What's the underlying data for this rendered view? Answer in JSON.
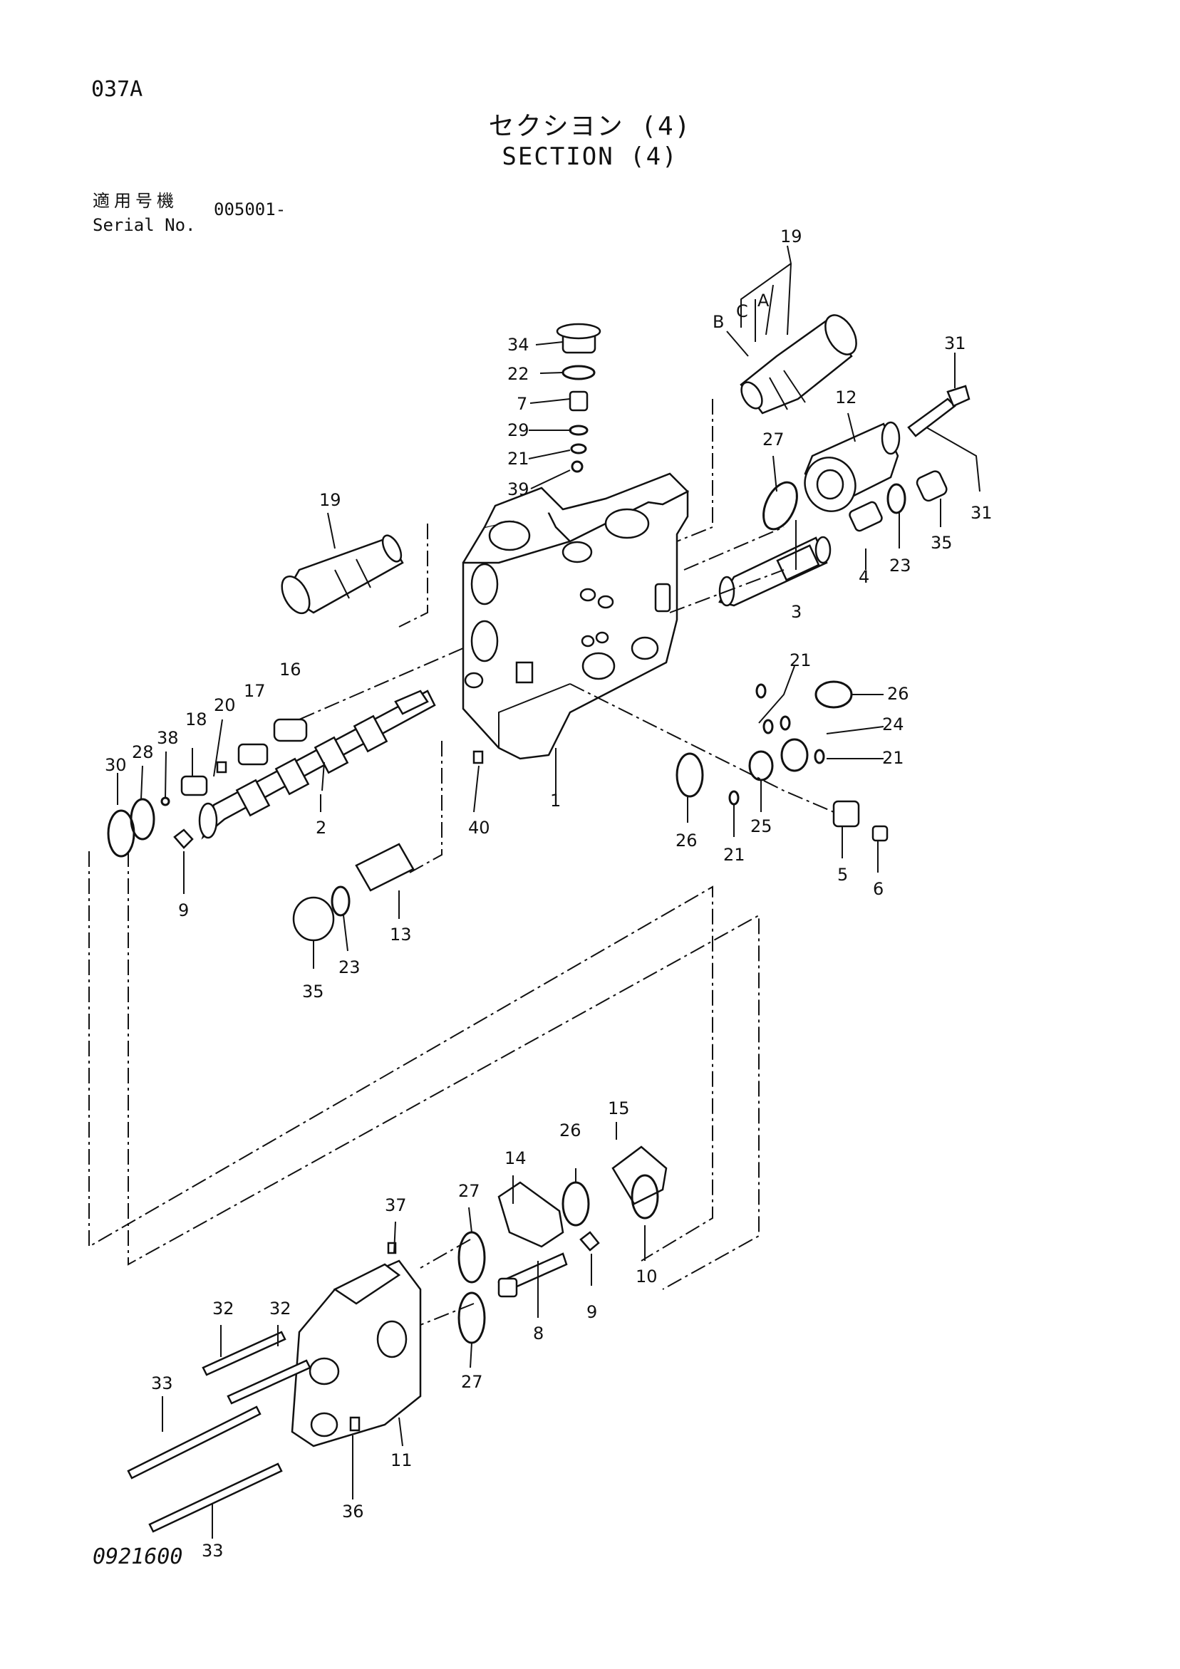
{
  "header": {
    "page_code": "037A",
    "title_jp": "セクシヨン (4)",
    "title_en": "SECTION (4)",
    "serial_label_jp": "適用号機",
    "serial_label_en": "Serial No.",
    "serial_value": "005001-"
  },
  "footer": {
    "drawing_number": "0921600"
  },
  "callouts": {
    "c1": "1",
    "c2": "2",
    "c3": "3",
    "c4": "4",
    "c5": "5",
    "c6": "6",
    "c7": "7",
    "c8": "8",
    "c9a": "9",
    "c9b": "9",
    "c10": "10",
    "c11": "11",
    "c12": "12",
    "c13": "13",
    "c14": "14",
    "c15": "15",
    "c16": "16",
    "c17": "17",
    "c18": "18",
    "c19a": "19",
    "c19b": "19",
    "c20": "20",
    "c21a": "21",
    "c21b": "21",
    "c21c": "21",
    "c21d": "21",
    "c22": "22",
    "c23a": "23",
    "c23b": "23",
    "c24": "24",
    "c25": "25",
    "c26a": "26",
    "c26b": "26",
    "c26c": "26",
    "c27a": "27",
    "c27b": "27",
    "c27c": "27",
    "c28": "28",
    "c29": "29",
    "c30": "30",
    "c31a": "31",
    "c31b": "31",
    "c32a": "32",
    "c32b": "32",
    "c33a": "33",
    "c33b": "33",
    "c34": "34",
    "c35a": "35",
    "c35b": "35",
    "c36": "36",
    "c37": "37",
    "c38": "38",
    "c39": "39",
    "c40": "40",
    "pA": "A",
    "pB": "B",
    "pC": "C"
  }
}
